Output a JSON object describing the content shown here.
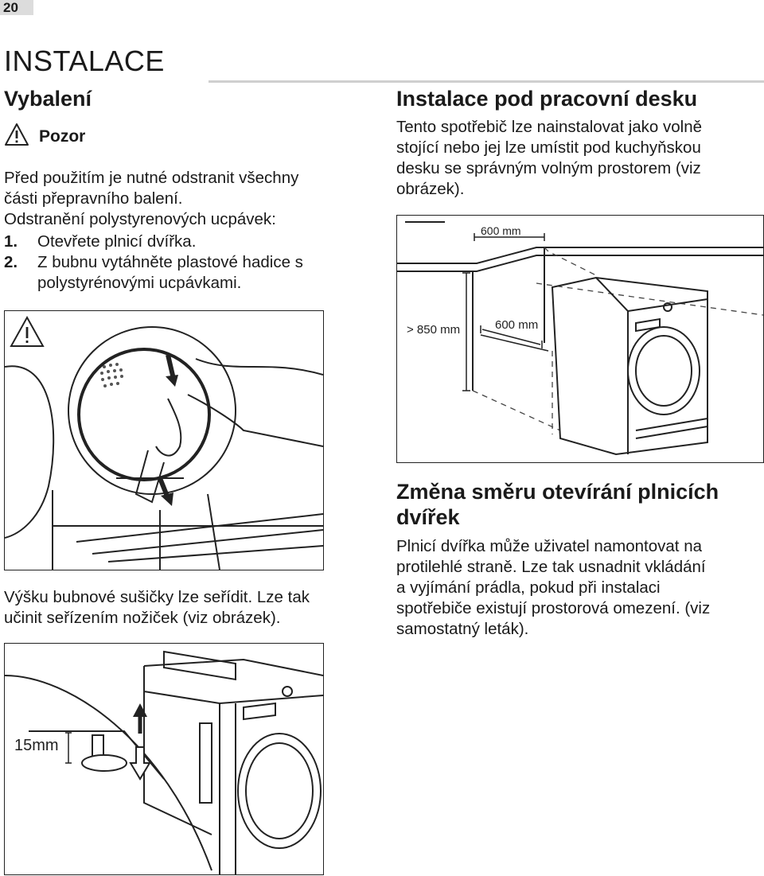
{
  "page": {
    "number": "20",
    "chapter_title": "INSTALACE"
  },
  "unpacking": {
    "heading": "Vybalení",
    "warning_label": "Pozor",
    "intro_lines": [
      "Před použitím je nutné odstranit všechny",
      "části přepravního balení.",
      "Odstranění polystyrenových ucpávek:"
    ],
    "steps": [
      {
        "num": "1.",
        "text": "Otevřete plnicí dvířka."
      },
      {
        "num": "2.",
        "text": "Z bubnu vytáhněte plastové hadice s polystyrénovými ucpávkami."
      }
    ]
  },
  "levelling": {
    "text_lines": [
      "Výšku bubnové sušičky lze seřídit. Lze tak",
      "učinit seřízením nožiček (viz obrázek)."
    ],
    "figure_label": "15mm"
  },
  "under_counter": {
    "heading": "Instalace pod pracovní desku",
    "text_lines": [
      "Tento spotřebič lze nainstalovat jako volně",
      "stojící nebo jej lze umístit pod kuchyňskou",
      "desku se správným volným prostorem (viz",
      "obrázek)."
    ],
    "dim_width": "600 mm",
    "dim_height": "> 850 mm",
    "dim_depth": "600 mm"
  },
  "door_reversal": {
    "heading_lines": [
      "Změna směru otevírání plnicích",
      "dvířek"
    ],
    "text_lines": [
      "Plnicí dvířka může uživatel namontovat na",
      "protilehlé straně. Lze tak usnadnit vkládání",
      "a vyjímání prádla, pokud při instalaci",
      "spotřebiče existují prostorová omezení. (viz",
      "samostatný leták)."
    ]
  }
}
